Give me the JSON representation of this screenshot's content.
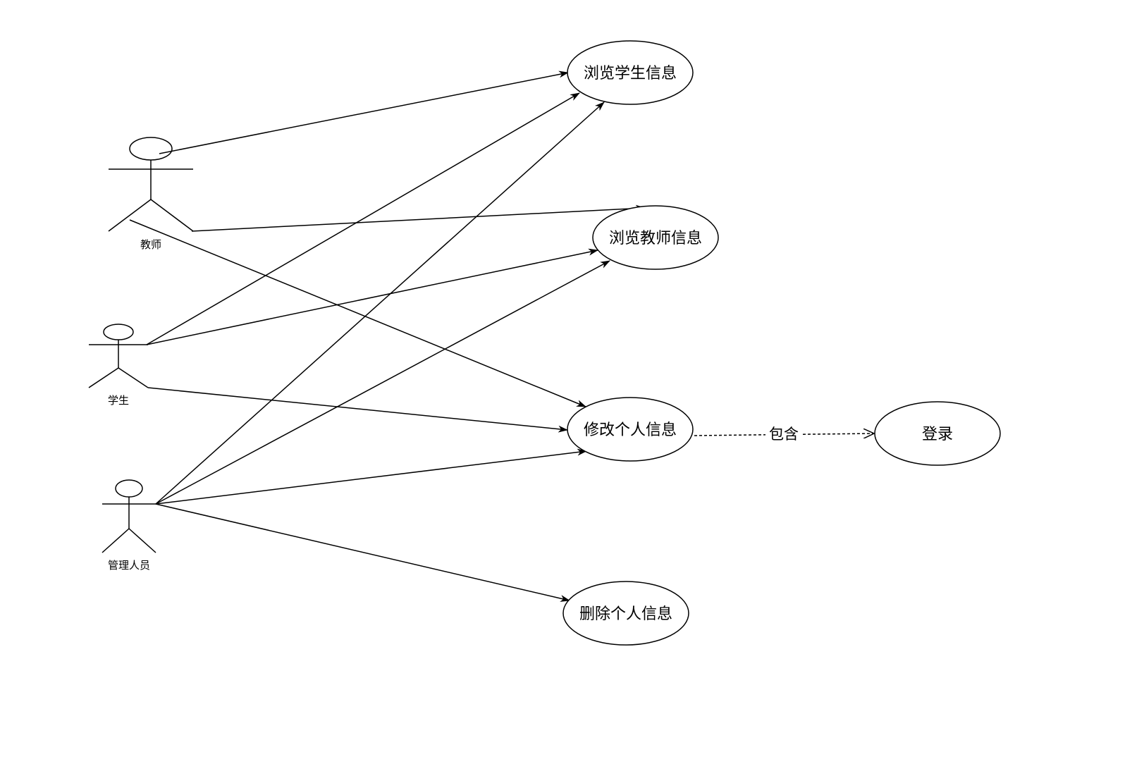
{
  "actors": [
    {
      "id": "teacher",
      "label": "教师"
    },
    {
      "id": "student",
      "label": "学生"
    },
    {
      "id": "admin",
      "label": "管理人员"
    }
  ],
  "use_cases": [
    {
      "id": "browse-student",
      "label": "浏览学生信息"
    },
    {
      "id": "browse-teacher",
      "label": "浏览教师信息"
    },
    {
      "id": "edit-info",
      "label": "修改个人信息"
    },
    {
      "id": "login",
      "label": "登录"
    },
    {
      "id": "delete-info",
      "label": "删除个人信息"
    }
  ],
  "associations": [
    {
      "from": "teacher",
      "to": "browse-student"
    },
    {
      "from": "teacher",
      "to": "browse-teacher"
    },
    {
      "from": "teacher",
      "to": "edit-info"
    },
    {
      "from": "student",
      "to": "browse-student"
    },
    {
      "from": "student",
      "to": "browse-teacher"
    },
    {
      "from": "student",
      "to": "edit-info"
    },
    {
      "from": "admin",
      "to": "browse-student"
    },
    {
      "from": "admin",
      "to": "browse-teacher"
    },
    {
      "from": "admin",
      "to": "edit-info"
    },
    {
      "from": "admin",
      "to": "delete-info"
    }
  ],
  "include": {
    "from": "edit-info",
    "to": "login",
    "label": "包含"
  }
}
